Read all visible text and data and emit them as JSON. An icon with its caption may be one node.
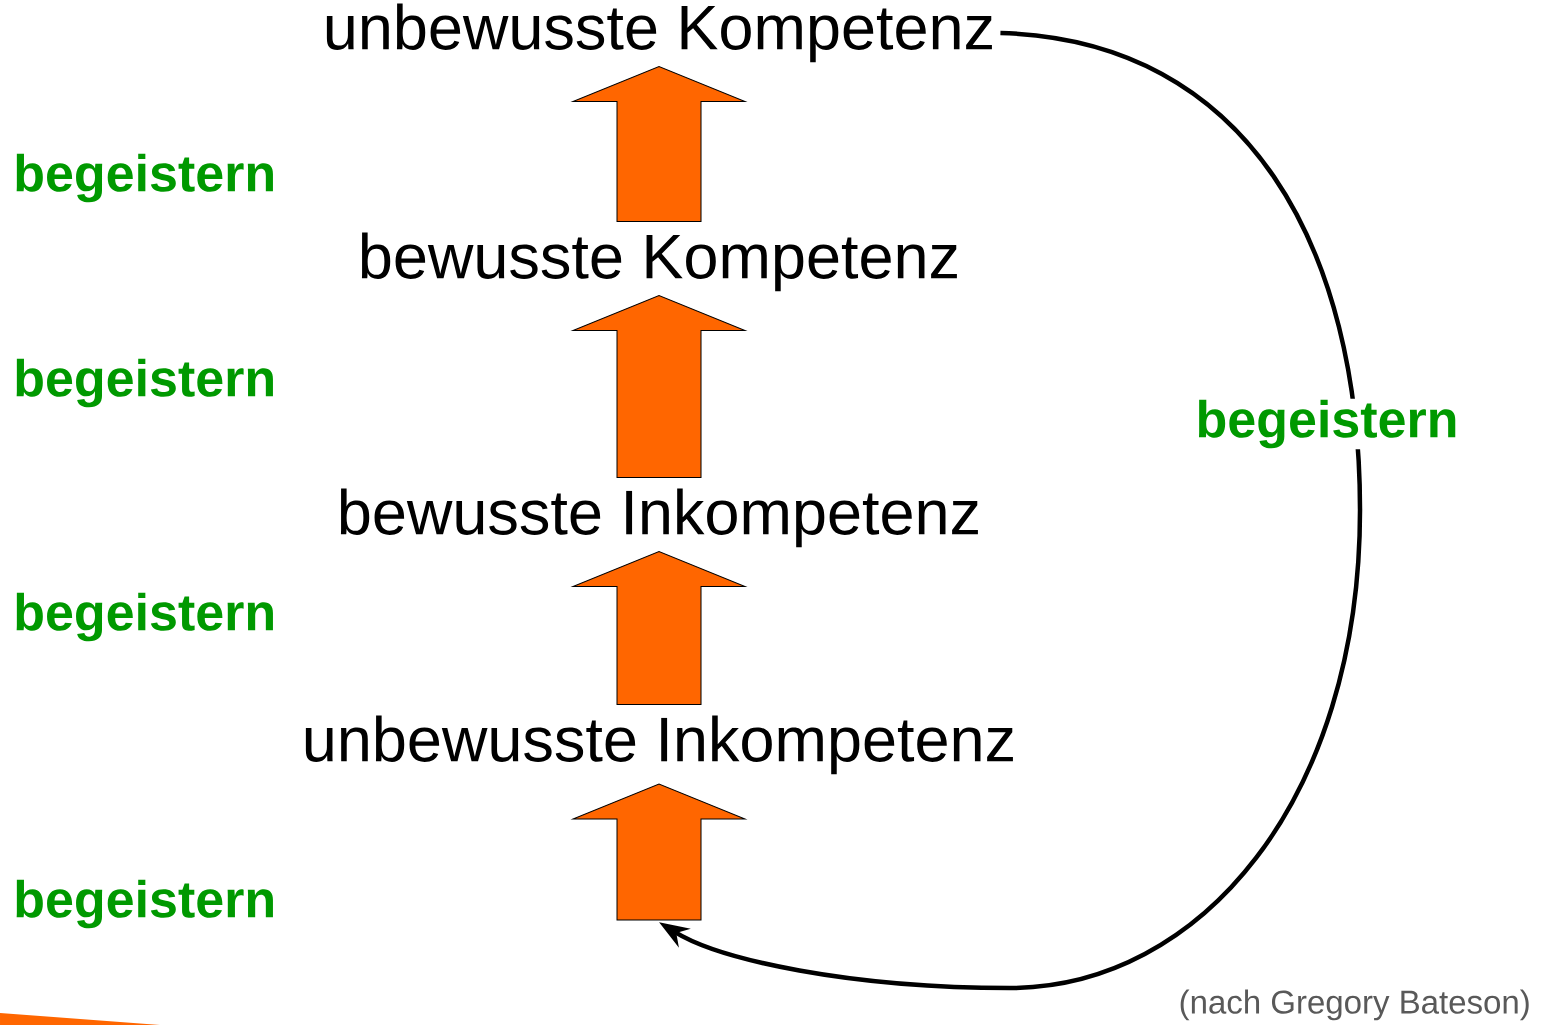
{
  "diagram": {
    "caption": "(nach Gregory Bateson)",
    "nodes": [
      {
        "text": [
          "unbewusste Kompetenz"
        ]
      },
      {
        "text": [
          "bewusste Kompetenz"
        ]
      },
      {
        "text": [
          "bewusste Inkompetenz"
        ]
      },
      {
        "text": [
          "unbewusste Inkompetenz"
        ]
      },
      {
        "text": [],
        "shape": "arrow"
      }
    ],
    "edges": [
      {
        "from": 3,
        "to": 2,
        "arrow": "to"
      },
      {
        "from": 2,
        "to": 1,
        "arrow": "to"
      },
      {
        "from": 1,
        "to": 0,
        "arrow": "to"
      },
      {
        "from": 0,
        "to": 4,
        "arrow": "to",
        "label": "begeistern",
        "color": "#000000"
      }
    ],
    "labels": [
      "begeistern",
      "begeistern",
      "begeistern",
      "begeistern"
    ]
  }
}
